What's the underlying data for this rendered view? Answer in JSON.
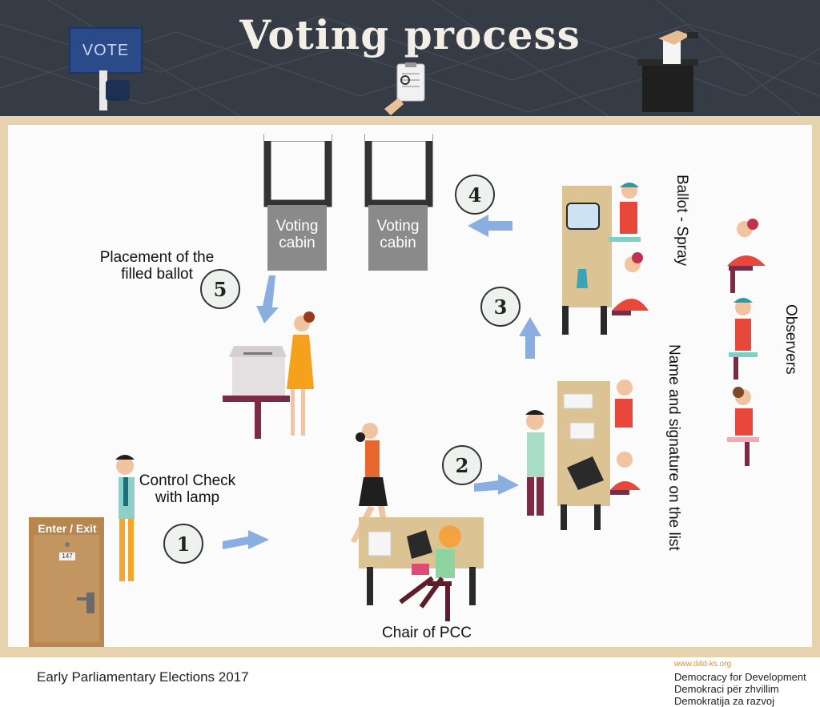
{
  "header": {
    "title": "Voting process",
    "vote_sign": "VOTE"
  },
  "steps": [
    {
      "number": "1",
      "label": "Control Check with lamp"
    },
    {
      "number": "2",
      "label": "Name and signature on the list"
    },
    {
      "number": "3",
      "label": "Ballot - Spray"
    },
    {
      "number": "4",
      "label": ""
    },
    {
      "number": "5",
      "label": "Placement of the filled ballot"
    }
  ],
  "cabins": [
    {
      "label": "Voting cabin"
    },
    {
      "label": "Voting cabin"
    }
  ],
  "door": {
    "label": "Enter / Exit",
    "number": "147"
  },
  "chair_label": "Chair of PCC",
  "observers_label": "Observers",
  "footer": {
    "caption": "Early Parliamentary Elections 2017",
    "website": "www.d4d-ks.org",
    "org_names": [
      "Democracy for Development",
      "Demokraci për zhvillim",
      "Demokratija za razvoj"
    ]
  },
  "colors": {
    "header_bg": "#363c45",
    "frame": "#e6d3ae",
    "table": "#dcc394",
    "cabin": "#8a8a8a",
    "arrow": "#8aaee0",
    "logo_orange": "#e3912b"
  }
}
